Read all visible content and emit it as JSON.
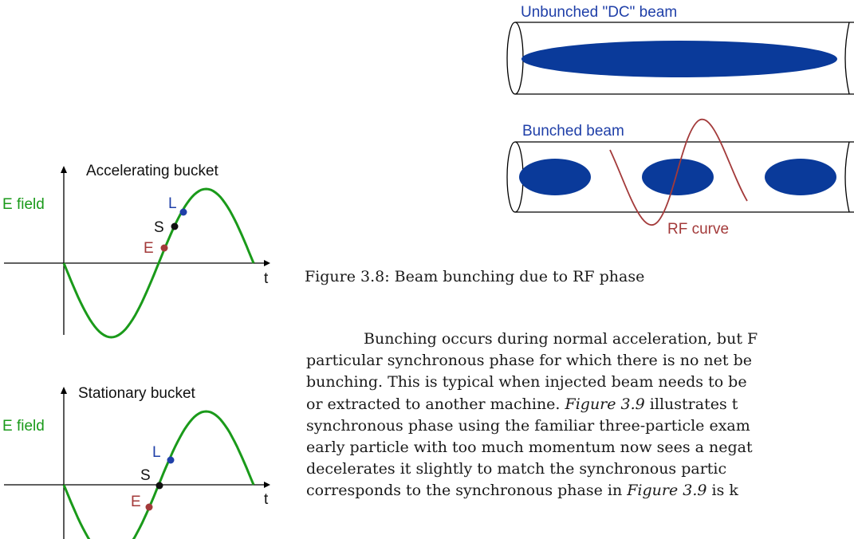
{
  "figure_left": {
    "accelerating": {
      "title": "Accelerating bucket",
      "y_label": "E field",
      "x_label": "t",
      "points": {
        "late": "L",
        "synchronous": "S",
        "early": "E"
      }
    },
    "stationary": {
      "title": "Stationary bucket",
      "y_label": "E field",
      "x_label": "t",
      "points": {
        "late": "L",
        "synchronous": "S",
        "early": "E"
      }
    }
  },
  "figure_right": {
    "unbunched_label": "Unbunched \"DC\" beam",
    "bunched_label": "Bunched beam",
    "rf_label": "RF curve"
  },
  "colors": {
    "wave": "#1a9a1a",
    "beam": "#0a3a9a",
    "label_blue": "#1f3fa8",
    "early": "#a33a3a",
    "late": "#1f3fa8",
    "rf": "#a33a3a"
  },
  "caption": "Figure 3.8: Beam bunching due to RF phase",
  "body": {
    "line1": "Bunching occurs during normal acceleration, but F",
    "line2": "particular synchronous phase for which there is no net be",
    "line3": "bunching. This is typical when injected beam needs to be",
    "line4_a": "or extracted to another machine. ",
    "line4_ref": "Figure 3.9",
    "line4_b": " illustrates t",
    "line5": "synchronous phase using the familiar three-particle exam",
    "line6": "early particle with too much momentum now sees a negat",
    "line7": "decelerates it slightly to match the synchronous partic",
    "line8_a": "corresponds to the synchronous phase in ",
    "line8_ref": "Figure 3.9",
    "line8_b": " is k"
  }
}
